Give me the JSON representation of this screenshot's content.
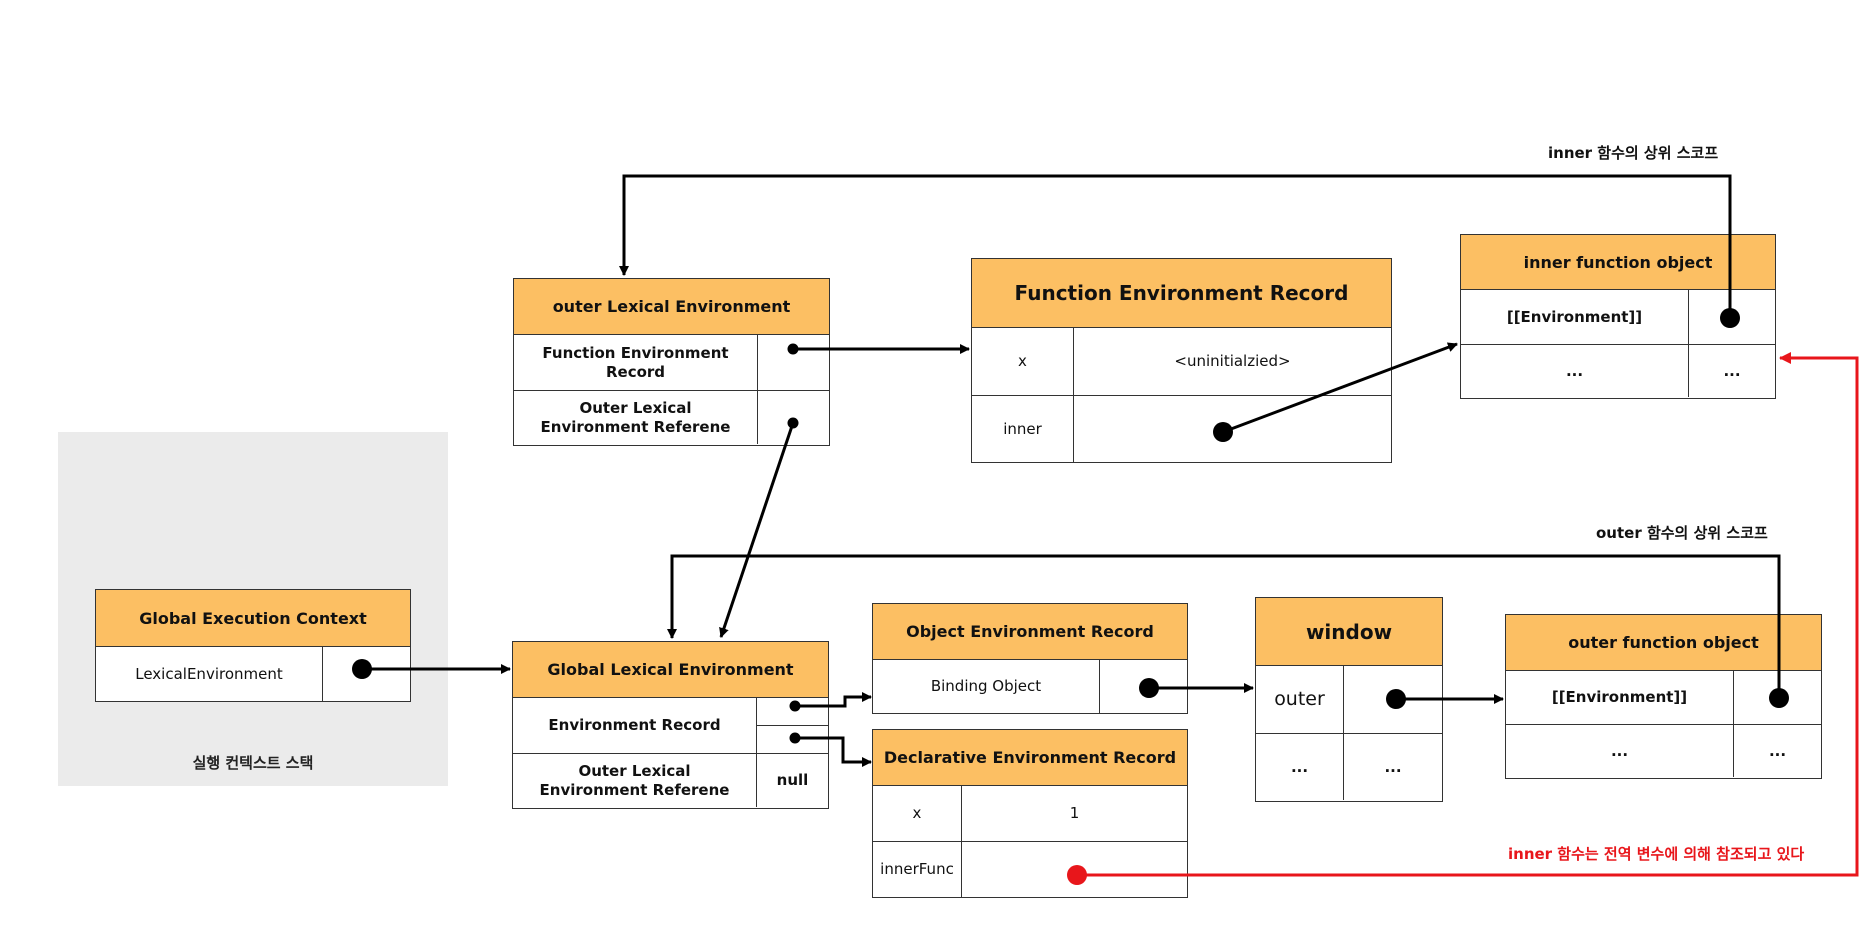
{
  "stack_label": "실행 컨텍스트 스택",
  "global_execution_context": {
    "title": "Global Execution Context",
    "row_label": "LexicalEnvironment"
  },
  "global_lexical_environment": {
    "title": "Global Lexical Environment",
    "env_record": "Environment Record",
    "outer_ref": "Outer Lexical Environment Referene",
    "outer_value": "null"
  },
  "object_env_record": {
    "title": "Object  Environment Record",
    "binding": "Binding Object"
  },
  "declarative_env_record": {
    "title": "Declarative Environment Record",
    "rows": [
      {
        "name": "x",
        "value": "1"
      },
      {
        "name": "innerFunc",
        "value": ""
      }
    ]
  },
  "window_object": {
    "title": "window",
    "rows": [
      {
        "name": "outer",
        "value": ""
      },
      {
        "name": "...",
        "value": "..."
      }
    ]
  },
  "outer_function_object": {
    "title": "outer  function object",
    "rows": [
      {
        "name": "[[Environment]]",
        "value": ""
      },
      {
        "name": "...",
        "value": "..."
      }
    ]
  },
  "outer_lexical_environment": {
    "title": "outer Lexical Environment",
    "env_record": "Function Environment Record",
    "outer_ref": "Outer Lexical Environment Referene"
  },
  "function_env_record": {
    "title": "Function Environment Record",
    "rows": [
      {
        "name": "x",
        "value": "<uninitialzied>"
      },
      {
        "name": "inner",
        "value": ""
      }
    ]
  },
  "inner_function_object": {
    "title": "inner  function object",
    "rows": [
      {
        "name": "[[Environment]]",
        "value": ""
      },
      {
        "name": "...",
        "value": "..."
      }
    ]
  },
  "annotations": {
    "inner_scope": "inner 함수의 상위 스코프",
    "outer_scope": "outer 함수의 상위 스코프",
    "inner_ref_global": "inner 함수는 전역 변수에 의해 참조되고 있다"
  },
  "colors": {
    "header": "#fcbf63",
    "stack_bg": "#ebebeb",
    "arrow": "#000000",
    "highlight": "#e8161b"
  }
}
